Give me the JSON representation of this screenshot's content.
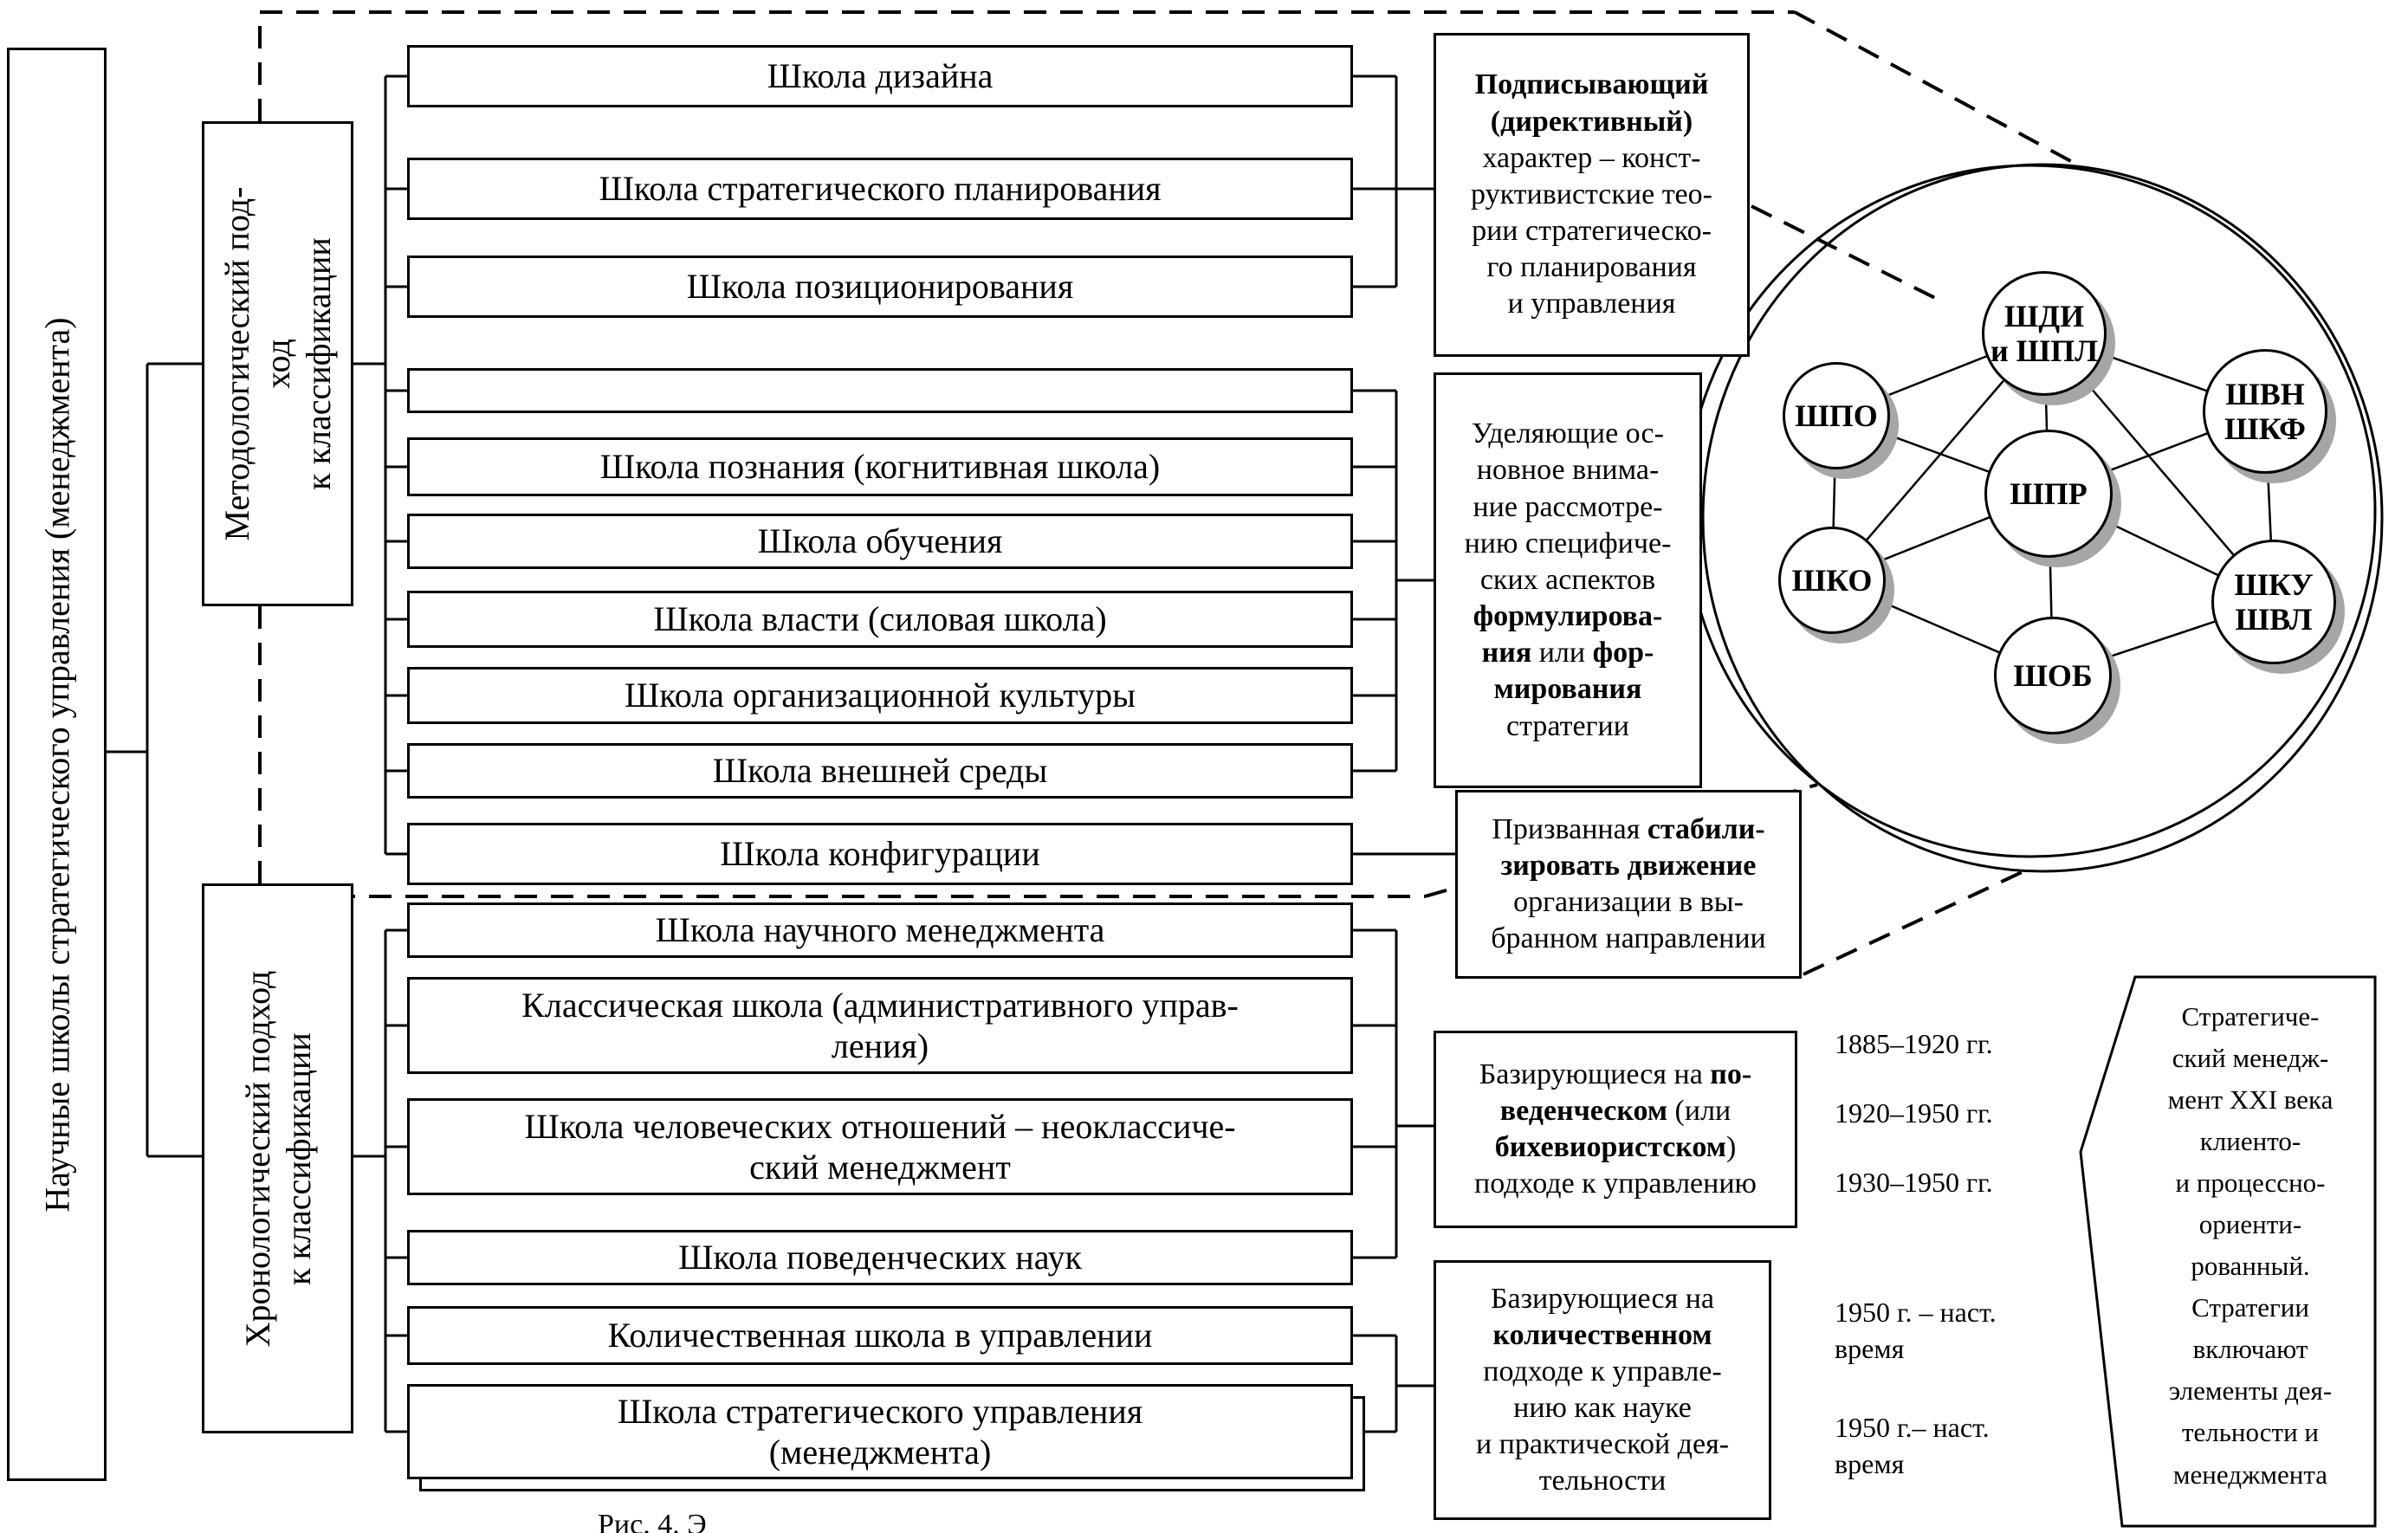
{
  "colors": {
    "line": "#000000",
    "node_shadow": "#a6a6a6",
    "background": "#ffffff"
  },
  "vertical_title": "Научные школы стратегического управления (менеджмента)",
  "categories": {
    "methodological": "Методологический под-\nход\nк классификации",
    "chronological": "Хронологический подход\nк классификации"
  },
  "method_schools": [
    "Школа дизайна",
    "Школа стратегического планирования",
    "Школа позиционирования",
    "",
    "Школа познания (когнитивная школа)",
    "Школа обучения",
    "Школа власти (силовая школа)",
    "Школа организационной культуры",
    "Школа внешней среды",
    "Школа конфигурации"
  ],
  "chrono_schools": [
    "Школа научного менеджмента",
    "Классическая школа (административного управ-\nления)",
    "Школа человеческих отношений – неоклассиче-\nский менеджмент",
    "Школа поведенческих наук",
    "Количественная школа в управлении",
    "Школа стратегического управления\n(менеджмента)"
  ],
  "annotations": {
    "prescriptive": {
      "segments": [
        {
          "t": "Подписывающий\n(директивный)\n",
          "b": true
        },
        {
          "t": "характер – конст-\nруктивистские тео-\nрии стратегическо-\nго планирования\nи управления",
          "b": false
        }
      ]
    },
    "specific_aspects": {
      "segments": [
        {
          "t": "Уделяющие ос-\nновное внима-\nние рассмотре-\nнию специфиче-\nских аспектов\n",
          "b": false
        },
        {
          "t": "формулирова-\nния",
          "b": true
        },
        {
          "t": " или ",
          "b": false
        },
        {
          "t": "фор-\nмирования",
          "b": true
        },
        {
          "t": "\nстратегии",
          "b": false
        }
      ]
    },
    "stabilize": {
      "segments": [
        {
          "t": "Призванная ",
          "b": false
        },
        {
          "t": "стабили-\nзировать движение",
          "b": true
        },
        {
          "t": "\nорганизации в вы-\nбранном направлении",
          "b": false
        }
      ]
    },
    "behavioral": {
      "segments": [
        {
          "t": "Базирующиеся на ",
          "b": false
        },
        {
          "t": "по-\nведенческом",
          "b": true
        },
        {
          "t": " (или\n",
          "b": false
        },
        {
          "t": "бихевиористском",
          "b": true
        },
        {
          "t": ")\nподходе к управлению",
          "b": false
        }
      ]
    },
    "quantitative": {
      "segments": [
        {
          "t": "Базирующиеся на\n",
          "b": false
        },
        {
          "t": "количественном",
          "b": true
        },
        {
          "t": "\nподходе к управле-\nнию как науке\nи практической дея-\nтельности",
          "b": false
        }
      ]
    }
  },
  "dates": [
    "1885–1920 гг.",
    "1920–1950 гг.",
    "1930–1950 гг.",
    "1950 г. – наст.\nвремя",
    "1950 г.– наст.\nвремя"
  ],
  "nodes": [
    "ШДИ\nи ШПЛ",
    "ШПО",
    "ШВН\nШКФ",
    "ШПР",
    "ШКО",
    "ШКУ\nШВЛ",
    "ШОБ"
  ],
  "banner": "Стратегиче-\nский менедж-\nмент  XXI века\nклиенто-\nи процессно-\nориенти-\nрованный.\nСтратегии\nвключают\nэлементы дея-\nтельности и\nменеджмента",
  "caption": "Рис. 4. Э"
}
